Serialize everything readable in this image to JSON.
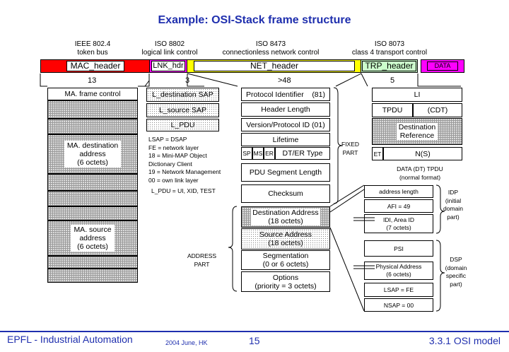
{
  "title": "Example: OSI-Stack frame structure",
  "standards": {
    "mac": [
      "IEEE 802.4",
      "token bus"
    ],
    "llc": [
      "ISO 8802",
      "logical link control"
    ],
    "net": [
      "ISO 8473",
      "connectionless network control"
    ],
    "trp": [
      "ISO 8073",
      "class 4 transport control"
    ]
  },
  "band": {
    "mac_header": "MAC_header",
    "lnk_hdr": "LNK_hdr",
    "net_header": "NET_header",
    "trp_header": "TRP_header",
    "data": "DATA"
  },
  "lengths": {
    "mac": "13",
    "lnk": "3",
    "net": ">48",
    "trp": "5"
  },
  "mac_fields": {
    "frame_control": "MA. frame control",
    "destination": [
      "MA. destination",
      "address",
      "(6 octets)"
    ],
    "source": [
      "MA. source",
      "address",
      "(6 octets)"
    ]
  },
  "llc_fields": {
    "dsap": "L_destination SAP",
    "ssap": "L_source SAP",
    "pdu": "L_PDU"
  },
  "llc_notes": [
    "LSAP = DSAP",
    "FE = network layer",
    "18 = Mini-MAP Object",
    "Dictionary Client",
    "19 = Network Management",
    "00 = own link layer"
  ],
  "llc_pdu_note": "L_PDU = UI, XID, TEST",
  "net_fields": {
    "protocol_identifier": "Protocol Identifier",
    "protocol_identifier_value": "(81)",
    "header_length": "Header Length",
    "version": "Version/Protocol ID (01)",
    "lifetime": "Lifetime",
    "sp": "SP",
    "ms": "MS",
    "er": "ER",
    "dt_er_type": "DT/ER Type",
    "segment_length": "PDU Segment Length",
    "checksum": "Checksum",
    "dest_address": [
      "Destination Address",
      "(18 octets)"
    ],
    "source_address": [
      "Source Address",
      "(18 octets)"
    ],
    "segmentation": [
      "Segmentation",
      "(0 or 6 octets)"
    ],
    "options": [
      "Options",
      "(priority = 3 octets)"
    ]
  },
  "fixed_part": [
    "FIXED",
    "PART"
  ],
  "address_part": [
    "ADDRESS",
    "PART"
  ],
  "trp_fields": {
    "li": "LI",
    "tpdu": "TPDU",
    "cdt": "(CDT)",
    "dest_ref": [
      "Destination",
      "Reference"
    ],
    "et": "ET",
    "ns": "N(S)"
  },
  "data_tpdu": [
    "DATA (DT) TPDU",
    "(normal format)"
  ],
  "address_fields": {
    "address_length": "address length",
    "afi": "AFI = 49",
    "idi": [
      "IDI, Area ID",
      "(7 octets)"
    ],
    "psi": "PSI",
    "physical_address": [
      "Physical Address",
      "(6 octets)"
    ],
    "lsap": "LSAP = FE",
    "nsap": "NSAP = 00"
  },
  "idp": [
    "IDP",
    "(initial",
    "domain",
    "part)"
  ],
  "dsp": [
    "DSP",
    "(domain",
    "specific",
    "part)"
  ],
  "footer": {
    "org": "EPFL - Industrial Automation",
    "date": "2004 June, HK",
    "page": "15",
    "section": "3.3.1 OSI model"
  },
  "colors": {
    "mac": "#ff0000",
    "lnk": "#ff00ff",
    "net": "#ffff00",
    "trp": "#ccffcc",
    "data": "#ff00ff",
    "title": "#1f2fae"
  }
}
